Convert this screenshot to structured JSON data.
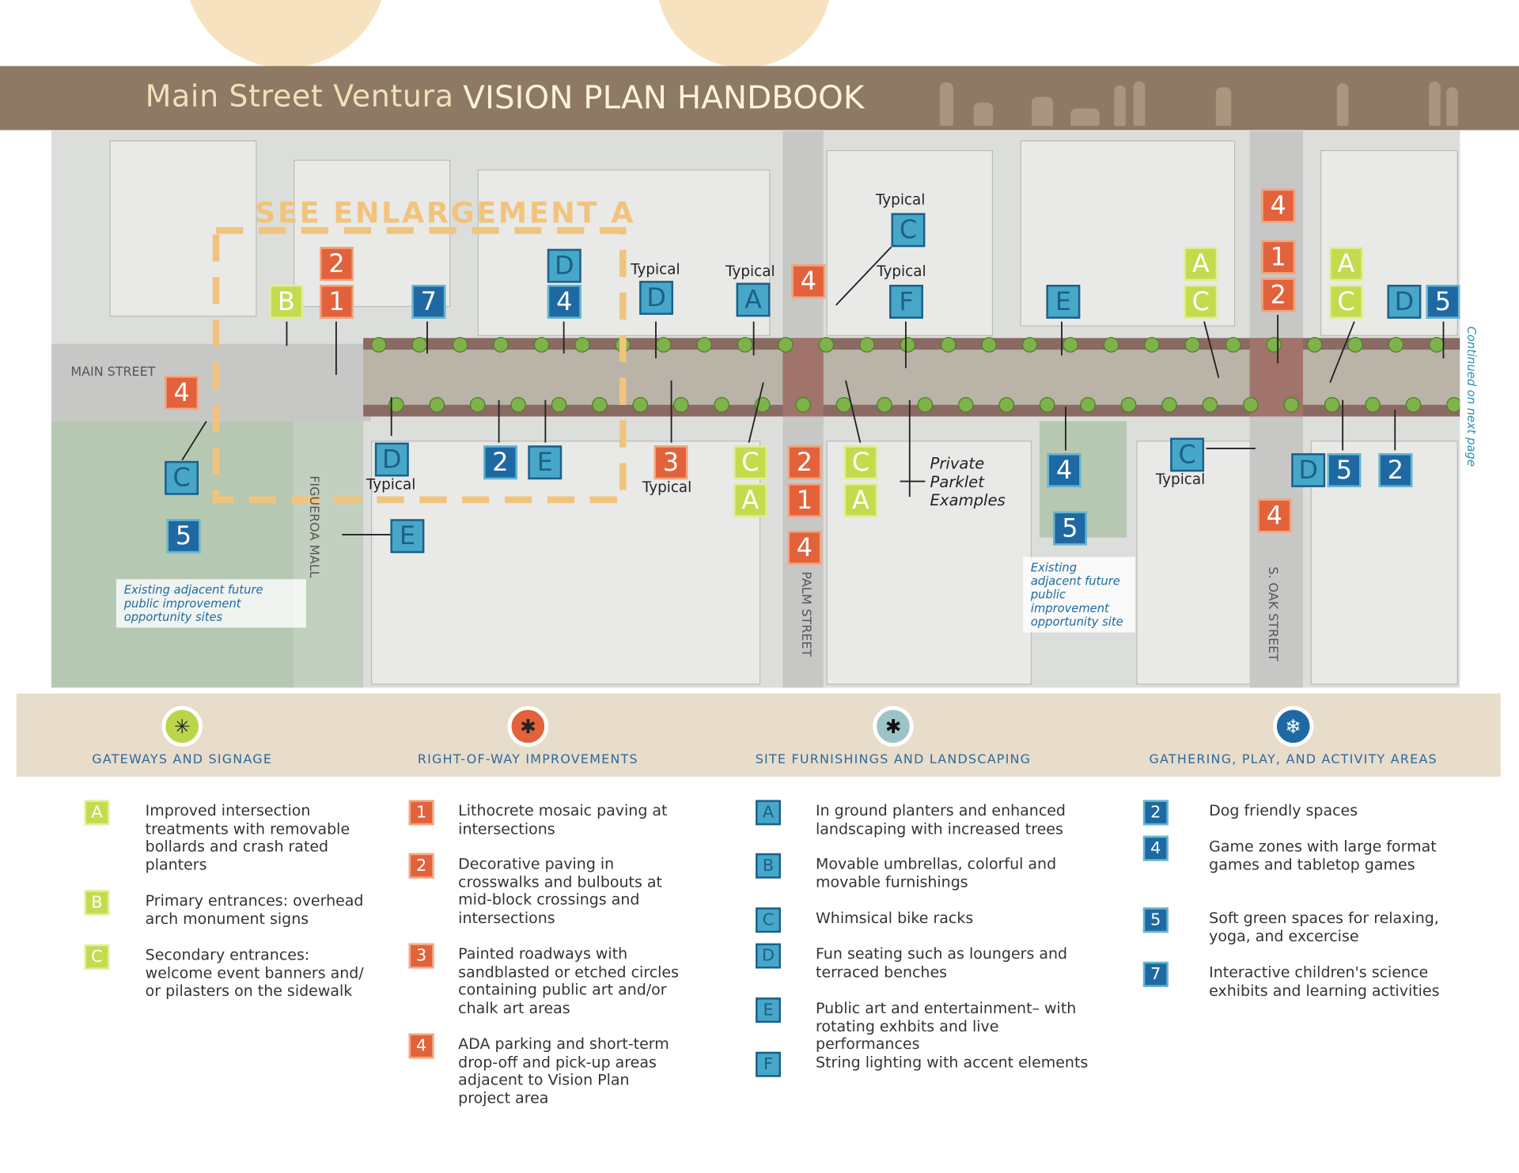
{
  "header": {
    "title_prefix": "Main Street Ventura",
    "title_main": "VISION PLAN HANDBOOK"
  },
  "map": {
    "enlargement_label": "SEE ENLARGEMENT A",
    "streets": {
      "main": "MAIN STREET",
      "figueroa": "FIGUEROA MALL",
      "palm": "PALM STREET",
      "oak": "S. OAK STREET"
    },
    "continued": "Continued on next page",
    "typical": "Typical",
    "parklet": "Private Parklet Examples",
    "note_left": "Existing adjacent future public improvement opportunity sites",
    "note_right": "Existing adjacent future public improvement opportunity site",
    "markers": [
      {
        "label": "2",
        "type": "o"
      },
      {
        "label": "1",
        "type": "o"
      },
      {
        "label": "B",
        "type": "l"
      },
      {
        "label": "7",
        "type": "b"
      },
      {
        "label": "D",
        "type": "t"
      },
      {
        "label": "4",
        "type": "b"
      },
      {
        "label": "D",
        "type": "t"
      },
      {
        "label": "A",
        "type": "t"
      },
      {
        "label": "4",
        "type": "o"
      },
      {
        "label": "C",
        "type": "t"
      },
      {
        "label": "F",
        "type": "t"
      },
      {
        "label": "E",
        "type": "t"
      },
      {
        "label": "A",
        "type": "l"
      },
      {
        "label": "C",
        "type": "l"
      },
      {
        "label": "4",
        "type": "o"
      },
      {
        "label": "1",
        "type": "o"
      },
      {
        "label": "2",
        "type": "o"
      },
      {
        "label": "A",
        "type": "l"
      },
      {
        "label": "C",
        "type": "l"
      },
      {
        "label": "D",
        "type": "t"
      },
      {
        "label": "5",
        "type": "b"
      },
      {
        "label": "4",
        "type": "o"
      },
      {
        "label": "C",
        "type": "t"
      },
      {
        "label": "5",
        "type": "b"
      },
      {
        "label": "D",
        "type": "t"
      },
      {
        "label": "2",
        "type": "b"
      },
      {
        "label": "E",
        "type": "t"
      },
      {
        "label": "E",
        "type": "t"
      },
      {
        "label": "3",
        "type": "o"
      },
      {
        "label": "C",
        "type": "l"
      },
      {
        "label": "A",
        "type": "l"
      },
      {
        "label": "2",
        "type": "o"
      },
      {
        "label": "1",
        "type": "o"
      },
      {
        "label": "4",
        "type": "o"
      },
      {
        "label": "C",
        "type": "l"
      },
      {
        "label": "A",
        "type": "l"
      },
      {
        "label": "4",
        "type": "b"
      },
      {
        "label": "5",
        "type": "b"
      },
      {
        "label": "C",
        "type": "t"
      },
      {
        "label": "4",
        "type": "o"
      },
      {
        "label": "D",
        "type": "t"
      },
      {
        "label": "5",
        "type": "b"
      },
      {
        "label": "2",
        "type": "b"
      }
    ]
  },
  "legend": {
    "categories": [
      {
        "title": "GATEWAYS AND SIGNAGE",
        "icon": "asterisk-icon",
        "color": "#b9d54a",
        "items": [
          {
            "key": "A",
            "text": "Improved intersection treatments with removable bollards and crash rated planters"
          },
          {
            "key": "B",
            "text": "Primary entrances: overhead arch monument signs"
          },
          {
            "key": "C",
            "text": "Secondary entrances: welcome event banners and/ or pilasters on the sidewalk"
          }
        ]
      },
      {
        "title": "RIGHT-OF-WAY IMPROVEMENTS",
        "icon": "asterisk-icon",
        "color": "#e2623c",
        "items": [
          {
            "key": "1",
            "text": "Lithocrete mosaic paving at intersections"
          },
          {
            "key": "2",
            "text": "Decorative paving in crosswalks and bulbouts at mid-block crossings and intersections"
          },
          {
            "key": "3",
            "text": "Painted roadways with sandblasted or etched circles containing public art and/or chalk art areas"
          },
          {
            "key": "4",
            "text": "ADA parking and short-term drop-off and pick-up areas adjacent to Vision Plan project area"
          }
        ]
      },
      {
        "title": "SITE FURNISHINGS AND LANDSCAPING",
        "icon": "asterisk-icon",
        "color": "#9dc3c8",
        "items": [
          {
            "key": "A",
            "text": "In ground planters and enhanced landscaping with increased trees"
          },
          {
            "key": "B",
            "text": "Movable umbrellas, colorful and movable furnishings"
          },
          {
            "key": "C",
            "text": "Whimsical bike racks"
          },
          {
            "key": "D",
            "text": "Fun seating such as loungers and terraced benches"
          },
          {
            "key": "E",
            "text": "Public art and entertainment– with rotating exhbits and live performances"
          },
          {
            "key": "F",
            "text": "String lighting with accent elements"
          }
        ]
      },
      {
        "title": "GATHERING, PLAY, AND ACTIVITY AREAS",
        "icon": "snowflake-icon",
        "color": "#1e69a3",
        "items": [
          {
            "key": "2",
            "text": "Dog friendly spaces"
          },
          {
            "key": "4",
            "text": "Game zones with large format games and tabletop games"
          },
          {
            "key": "5",
            "text": "Soft green spaces for relaxing, yoga, and excercise"
          },
          {
            "key": "7",
            "text": "Interactive children's science exhibits and learning activities"
          }
        ]
      }
    ]
  }
}
